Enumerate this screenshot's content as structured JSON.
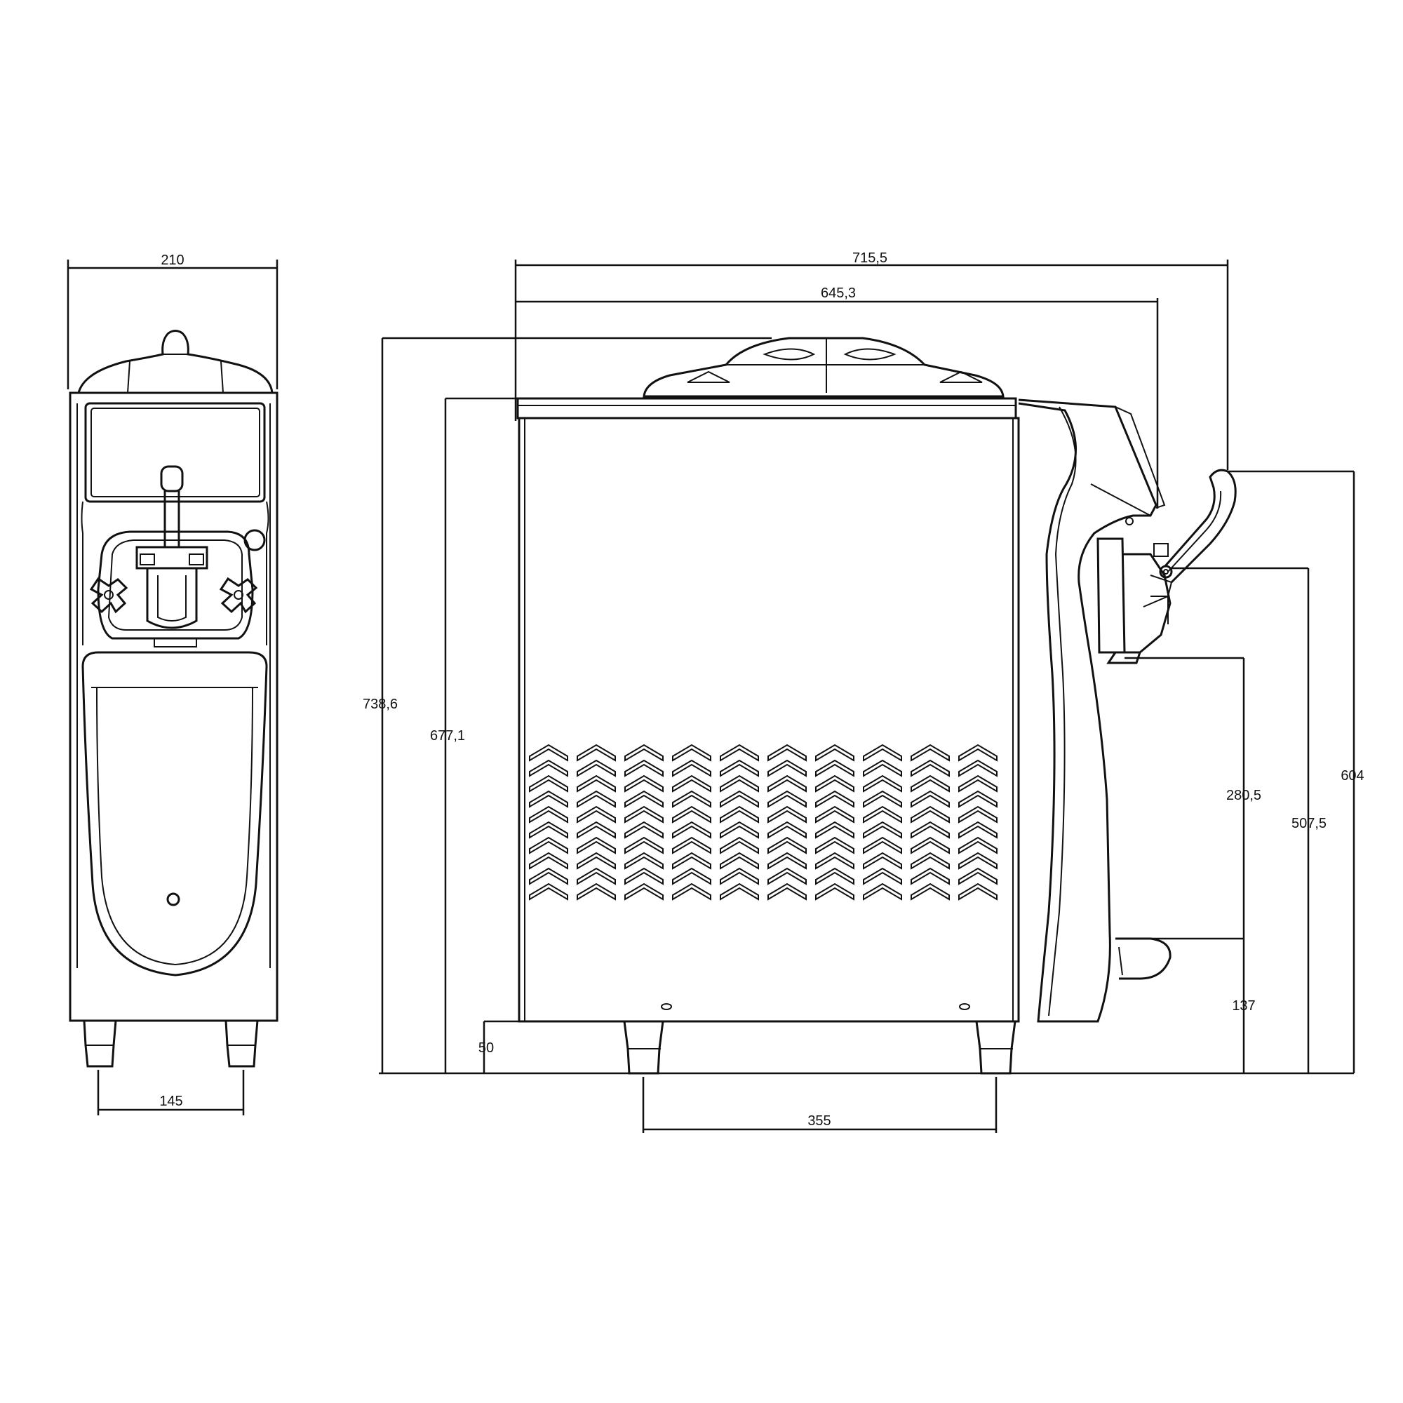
{
  "front_view": {
    "width_top": "210",
    "leg_spacing": "145"
  },
  "side_view": {
    "overall_length": "715,5",
    "body_length": "645,3",
    "overall_height": "738,6",
    "body_height": "677,1",
    "leg_height": "50",
    "leg_spacing": "355",
    "drip_tray_height": "137",
    "dispense_clearance": "280,5",
    "nozzle_height": "507,5",
    "handle_height": "604"
  },
  "colors": {
    "line": "#111111",
    "background": "#ffffff"
  }
}
